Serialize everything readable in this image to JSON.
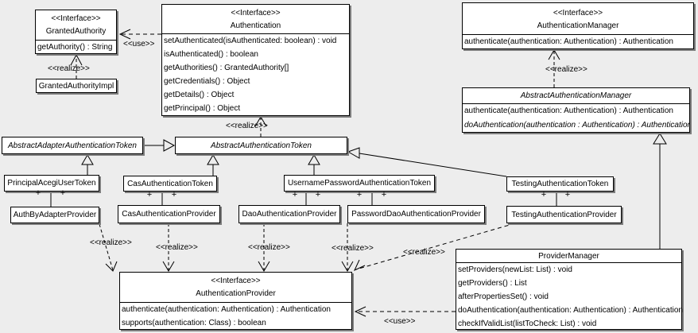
{
  "labels": {
    "plus": "+",
    "use": "&lt;&lt;use&gt;&gt;",
    "use_text": "<<use>>",
    "realize_text": "<<realize>>"
  },
  "classes": {
    "granted_authority": {
      "stereotype": "<<Interface>>",
      "name": "GrantedAuthority",
      "methods": [
        "getAuthority() : String"
      ]
    },
    "granted_authority_impl": {
      "name": "GrantedAuthorityImpl"
    },
    "authentication": {
      "stereotype": "<<Interface>>",
      "name": "Authentication",
      "methods": [
        "setAuthenticated(isAuthenticated: boolean) : void",
        "isAuthenticated() : boolean",
        "getAuthorities() : GrantedAuthority[]",
        "getCredentials() : Object",
        "getDetails() : Object",
        "getPrincipal() : Object"
      ]
    },
    "authentication_manager": {
      "stereotype": "<<Interface>>",
      "name": "AuthenticationManager",
      "methods": [
        "authenticate(authentication: Authentication) : Authentication"
      ]
    },
    "abstract_authentication_manager": {
      "name": "AbstractAuthenticationManager",
      "methods": [
        "authenticate(authentication: Authentication) : Authentication",
        "doAuthentication(authentication : Authentication) : Authentication"
      ]
    },
    "abstract_adapter_authentication_token": {
      "name": "AbstractAdapterAuthenticationToken"
    },
    "abstract_authentication_token": {
      "name": "AbstractAuthenticationToken"
    },
    "principal_acegi_user_token": {
      "name": "PrincipalAcegiUserToken"
    },
    "cas_authentication_token": {
      "name": "CasAuthenticationToken"
    },
    "username_password_authentication_token": {
      "name": "UsernamePasswordAuthenticationToken"
    },
    "testing_authentication_token": {
      "name": "TestingAuthenticationToken"
    },
    "auth_by_adapter_provider": {
      "name": "AuthByAdapterProvider"
    },
    "cas_authentication_provider": {
      "name": "CasAuthenticationProvider"
    },
    "dao_authentication_provider": {
      "name": "DaoAuthenticationProvider"
    },
    "password_dao_authentication_provider": {
      "name": "PasswordDaoAuthenticationProvider"
    },
    "testing_authentication_provider": {
      "name": "TestingAuthenticationProvider"
    },
    "authentication_provider": {
      "stereotype": "<<Interface>>",
      "name": "AuthenticationProvider",
      "methods": [
        "authenticate(authentication: Authentication) : Authentication",
        "supports(authentication: Class) : boolean"
      ]
    },
    "provider_manager": {
      "name": "ProviderManager",
      "methods": [
        "setProviders(newList: List) : void",
        "getProviders() : List",
        "afterPropertiesSet() : void",
        "doAuthentication(authentication: Authentication) : Authentication",
        "checkIfValidList(listToCheck: List) : void"
      ]
    }
  },
  "colors": {
    "background": "#ededed",
    "box_fill": "#ffffff",
    "line": "#000000",
    "shadow": "#7d7d7d"
  }
}
